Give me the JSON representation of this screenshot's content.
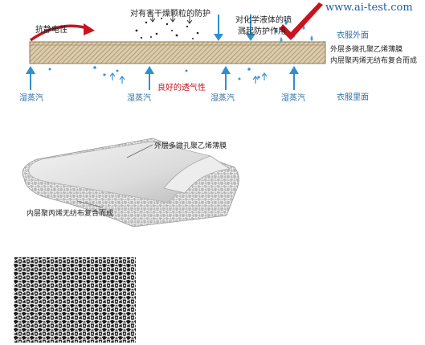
{
  "website": "www.ai-test.com",
  "top_labels": {
    "antistatic": "抗静电性",
    "particle_protection": "对有害干燥颗粒的防护",
    "chemical_protection_line1": "对化学液体的喷",
    "chemical_protection_line2": "溅起防护作用",
    "garment_outer": "衣服外面",
    "garment_inner": "衣服里面",
    "layer_outer": "外层多微孔聚乙烯薄膜",
    "layer_inner": "内层聚丙烯无纺布复合而成",
    "breathability": "良好的透气性",
    "vapor": [
      "湿蒸汽",
      "湿蒸汽",
      "湿蒸汽",
      "湿蒸汽"
    ]
  },
  "fabric_callouts": {
    "outer_film": "外层多微孔聚乙烯薄膜",
    "inner_nonwoven": "内层聚丙烯无纺布复合而成"
  },
  "colors": {
    "red_arrow": "#c8141e",
    "blue_arrow": "#2f8fd0",
    "label_blue": "#2f6fa8",
    "fabric_band": "#d8c7a6"
  },
  "icons": [
    "curved-red-arrow",
    "red-check-mark",
    "blue-up-arrow",
    "blue-down-arrow",
    "water-droplet"
  ]
}
